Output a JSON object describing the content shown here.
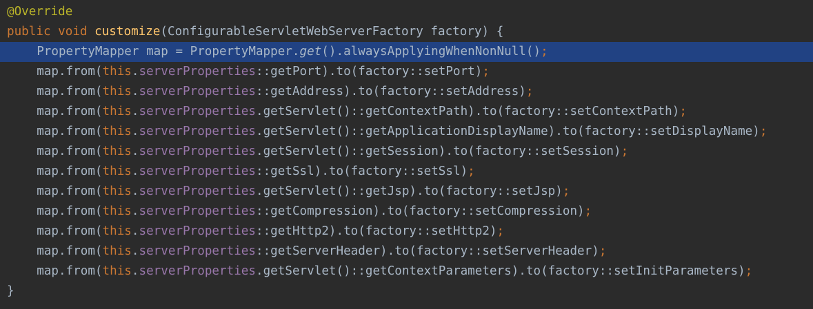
{
  "editor": {
    "theme": {
      "background": "#2b2b2b",
      "current_line": "#214283",
      "keyword": "#cc7832",
      "annotation": "#bbb529",
      "method_decl": "#ffc66d",
      "field": "#9876aa",
      "default": "#a9b7c6"
    },
    "current_line_index": 2,
    "lines": [
      {
        "indent": 0,
        "tokens": [
          {
            "t": "@Override",
            "c": "anno"
          }
        ]
      },
      {
        "indent": 0,
        "tokens": [
          {
            "t": "public",
            "c": "kw"
          },
          {
            "t": " "
          },
          {
            "t": "void",
            "c": "kw"
          },
          {
            "t": " "
          },
          {
            "t": "customize",
            "c": "fn"
          },
          {
            "t": "(ConfigurableServletWebServerFactory factory) {"
          }
        ]
      },
      {
        "indent": 4,
        "tokens": [
          {
            "t": "PropertyMapper map = PropertyMapper."
          },
          {
            "t": "get",
            "c": "static"
          },
          {
            "t": "().alwaysApplyingWhenNonNull()"
          },
          {
            "t": ";",
            "c": "punct"
          }
        ]
      },
      {
        "indent": 4,
        "tokens": [
          {
            "t": "map.from("
          },
          {
            "t": "this",
            "c": "kw"
          },
          {
            "t": "."
          },
          {
            "t": "serverProperties",
            "c": "field"
          },
          {
            "t": "::getPort).to(factory::setPort)"
          },
          {
            "t": ";",
            "c": "punct"
          }
        ]
      },
      {
        "indent": 4,
        "tokens": [
          {
            "t": "map.from("
          },
          {
            "t": "this",
            "c": "kw"
          },
          {
            "t": "."
          },
          {
            "t": "serverProperties",
            "c": "field"
          },
          {
            "t": "::getAddress).to(factory::setAddress)"
          },
          {
            "t": ";",
            "c": "punct"
          }
        ]
      },
      {
        "indent": 4,
        "tokens": [
          {
            "t": "map.from("
          },
          {
            "t": "this",
            "c": "kw"
          },
          {
            "t": "."
          },
          {
            "t": "serverProperties",
            "c": "field"
          },
          {
            "t": ".getServlet()::getContextPath).to(factory::setContextPath)"
          },
          {
            "t": ";",
            "c": "punct"
          }
        ]
      },
      {
        "indent": 4,
        "tokens": [
          {
            "t": "map.from("
          },
          {
            "t": "this",
            "c": "kw"
          },
          {
            "t": "."
          },
          {
            "t": "serverProperties",
            "c": "field"
          },
          {
            "t": ".getServlet()::getApplicationDisplayName).to(factory::setDisplayName)"
          },
          {
            "t": ";",
            "c": "punct"
          }
        ]
      },
      {
        "indent": 4,
        "tokens": [
          {
            "t": "map.from("
          },
          {
            "t": "this",
            "c": "kw"
          },
          {
            "t": "."
          },
          {
            "t": "serverProperties",
            "c": "field"
          },
          {
            "t": ".getServlet()::getSession).to(factory::setSession)"
          },
          {
            "t": ";",
            "c": "punct"
          }
        ]
      },
      {
        "indent": 4,
        "tokens": [
          {
            "t": "map.from("
          },
          {
            "t": "this",
            "c": "kw"
          },
          {
            "t": "."
          },
          {
            "t": "serverProperties",
            "c": "field"
          },
          {
            "t": "::getSsl).to(factory::setSsl)"
          },
          {
            "t": ";",
            "c": "punct"
          }
        ]
      },
      {
        "indent": 4,
        "tokens": [
          {
            "t": "map.from("
          },
          {
            "t": "this",
            "c": "kw"
          },
          {
            "t": "."
          },
          {
            "t": "serverProperties",
            "c": "field"
          },
          {
            "t": ".getServlet()::getJsp).to(factory::setJsp)"
          },
          {
            "t": ";",
            "c": "punct"
          }
        ]
      },
      {
        "indent": 4,
        "tokens": [
          {
            "t": "map.from("
          },
          {
            "t": "this",
            "c": "kw"
          },
          {
            "t": "."
          },
          {
            "t": "serverProperties",
            "c": "field"
          },
          {
            "t": "::getCompression).to(factory::setCompression)"
          },
          {
            "t": ";",
            "c": "punct"
          }
        ]
      },
      {
        "indent": 4,
        "tokens": [
          {
            "t": "map.from("
          },
          {
            "t": "this",
            "c": "kw"
          },
          {
            "t": "."
          },
          {
            "t": "serverProperties",
            "c": "field"
          },
          {
            "t": "::getHttp2).to(factory::setHttp2)"
          },
          {
            "t": ";",
            "c": "punct"
          }
        ]
      },
      {
        "indent": 4,
        "tokens": [
          {
            "t": "map.from("
          },
          {
            "t": "this",
            "c": "kw"
          },
          {
            "t": "."
          },
          {
            "t": "serverProperties",
            "c": "field"
          },
          {
            "t": "::getServerHeader).to(factory::setServerHeader)"
          },
          {
            "t": ";",
            "c": "punct"
          }
        ]
      },
      {
        "indent": 4,
        "tokens": [
          {
            "t": "map.from("
          },
          {
            "t": "this",
            "c": "kw"
          },
          {
            "t": "."
          },
          {
            "t": "serverProperties",
            "c": "field"
          },
          {
            "t": ".getServlet()::getContextParameters).to(factory::setInitParameters)"
          },
          {
            "t": ";",
            "c": "punct"
          }
        ]
      },
      {
        "indent": 0,
        "tokens": [
          {
            "t": "}"
          }
        ]
      }
    ]
  }
}
